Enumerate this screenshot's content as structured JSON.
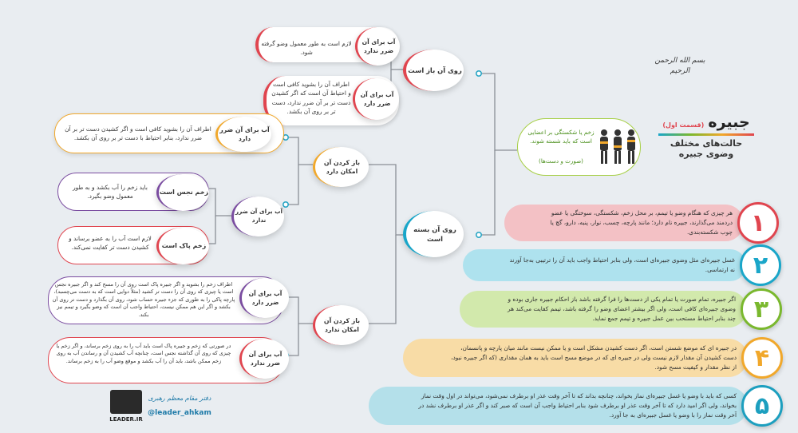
{
  "header": {
    "bismillah": "بسم الله الرحمن الرحیم",
    "title": "جبیره",
    "part": "(قسمت اول)",
    "subtitle1": "حالت‌های مختلف",
    "subtitle2": "وضوی جبیره"
  },
  "definition": {
    "text": "زخم یا شکستگی بر اعضایی است که باید شسته شوند.",
    "note": "(صورت و دست‌ها)"
  },
  "nodes": {
    "open": "روی آن باز است",
    "closed": "روی آن بسته است",
    "openable_top": "باز کردن آن امکان دارد",
    "openable_bottom": "باز کردن آن امکان ندارد",
    "water_harm": "آب برای آن ضرر ندارد"
  },
  "open_branch": {
    "no_harm_label": "آب برای آن ضرر ندارد",
    "no_harm_text": "لازم است به طور معمول وضو گرفته شود.",
    "harm_label": "آب برای آن ضرر دارد",
    "harm_text": "اطراف آن را بشوید کافی است و احتیاط آن است که اگر کشیدن دست تر بر آن ضرر ندارد، دست تر بر روی آن بکشد."
  },
  "openable_branch": {
    "harm_label": "آب برای آن ضرر دارد",
    "harm_text": "اطراف آن را بشوید کافی است و اگر کشیدن دست تر بر آن ضرر ندارد، بنابر احتیاط با دست تر بر روی آن بکشد.",
    "impure_label": "زخم نجس است",
    "impure_text": "باید زخم را آب بکشد و به طور معمول وضو بگیرد.",
    "pure_label": "زخم پاک است",
    "pure_text": "لازم است آب را به عضو برساند و کشیدن دست تر کفایت نمی‌کند."
  },
  "not_openable_branch": {
    "harm_label": "آب برای آن ضرر دارد",
    "harm_text": "اطراف زخم را بشوید و اگر جبیره پاک است روی آن را مسح کند و اگر جبیره نجس است یا چیزی که روی آن را دست تر کشید (مثلاً دوایی است که به دست می‌چسبد)، پارچه پاکی را به طوری که جزء جبیره حساب شود، روی آن بگذارد و دست تر روی آن بکشد و اگر این هم ممکن نیست، احتیاط واجب آن است که وضو بگیرد و تیمم نیز بکند.",
    "no_harm_label": "آب برای آن ضرر ندارد",
    "no_harm_text": "در صورتی که زخم و جبیره پاک است باید آب را به روی زخم برساند، و اگر زخم یا چیزی که روی آن گذاشته نجس است، چنانچه آب کشیدن آن و رساندن آب به روی زخم ممکن باشد، باید آن را آب بکشد و موقع وضو آب را به زخم برساند."
  },
  "rules": [
    {
      "num": "۱",
      "color": "#e0454f",
      "bg": "#f3c1c5",
      "text": "هر چیزی که هنگام وضو یا تیمم، بر محل زخم، شکستگی، سوختگی یا عضو دردمند می‌گذارند، جبیره نام دارد؛ مانند پارچه، چسب، نوار، پنبه، دارو، گچ یا چوب شکسته‌بندی."
    },
    {
      "num": "۲",
      "color": "#1aa6c9",
      "bg": "#aee2ee",
      "text": "غسل جبیره‌ای مثل وضوی جبیره‌ای است، ولی بنابر احتیاط واجب باید آن را ترتیبی به‌جا آورند نه ارتماسی."
    },
    {
      "num": "۳",
      "color": "#7ab82e",
      "bg": "#d2e9ac",
      "text": "اگر جبیره، تمام صورت یا تمام یکی از دست‌ها را فرا گرفته باشد باز احکام جبیره جاری بوده و وضوی جبیره‌ای کافی است، ولی اگر بیشتر اعضای وضو را گرفته باشد، تیمم کفایت می‌کند هر چند بنابر احتیاط مستحب بین عمل جبیره و تیمم جمع نماید."
    },
    {
      "num": "۴",
      "color": "#f1a82b",
      "bg": "#f8dca6",
      "text": "در جبیره ای که موضع شستن است، اگر دست کشیدن مشکل است و یا ممکن نیست مانند میان پارچه و پانسمان، دست کشیدن آن مقدار لازم نیست ولی در جبیره ای که در موضع مسح است باید به همان مقداری (که اگر جبیره نبود، از نظر مقدار و کیفیت مسح شود."
    },
    {
      "num": "۵",
      "color": "#1c9fbf",
      "bg": "#b4e0ea",
      "text": "کسی که باید با وضو یا غسل جبیره‌ای نماز بخواند، چنانچه بداند که تا آخر وقت عذر او برطرف نمی‌شود، می‌تواند در اول وقت نماز بخواند، ولی اگر امید دارد که تا آخر وقت عذر او برطرف شود بنابر احتیاط واجب آن است که صبر کند و اگر عذر او برطرف نشد در آخر وقت نماز را با وضو یا غسل جبیره‌ای به جا آورد."
    }
  ],
  "footer": {
    "handle": "@leader_ahkam",
    "office": "دفتر مقام معظم رهبری",
    "site": "LEADER.IR"
  }
}
